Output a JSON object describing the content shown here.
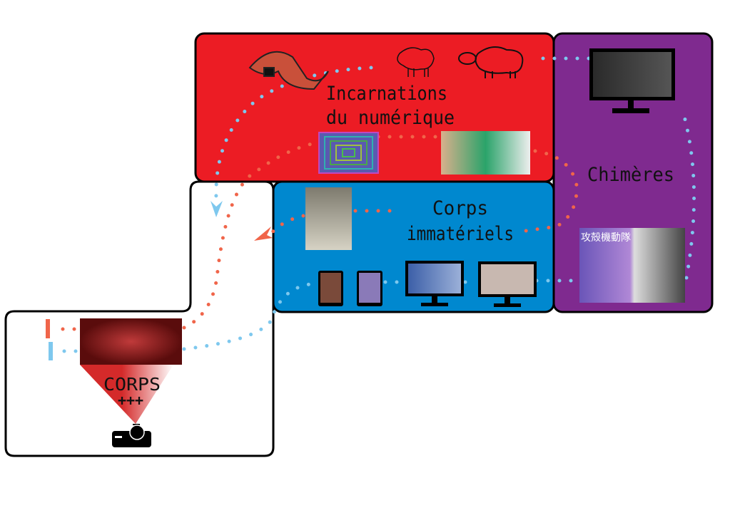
{
  "sections": {
    "incarnations": {
      "line1": "Incarnations",
      "line2": "du numérique",
      "color": "#ec1c24"
    },
    "corps_immateriels": {
      "line1": "Corps",
      "line2": "immatériels",
      "color": "#0088cf"
    },
    "chimeres": {
      "label": "Chimères",
      "color": "#7f2a8f"
    },
    "corps": {
      "line1": "CORPS",
      "line2": "+++"
    }
  },
  "manga_cover_title": "攻殻機動隊",
  "colors": {
    "red_dots": "#f0654a",
    "blue_dots": "#7ec8ee",
    "outline": "#000000"
  }
}
